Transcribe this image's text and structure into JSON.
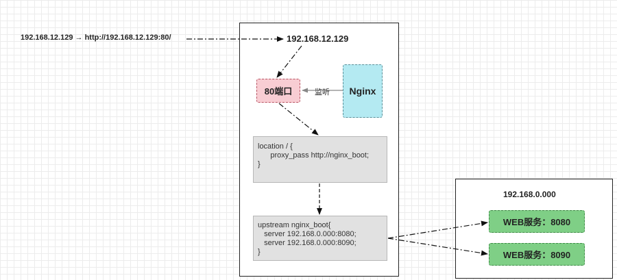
{
  "request_label": "192.168.12.129 → http://192.168.12.129:80/",
  "server": {
    "ip": "192.168.12.129",
    "port_node": "80端口",
    "nginx_node": "Nginx",
    "listen_label": "监听",
    "location_block": [
      "location / {",
      "      proxy_pass http://nginx_boot;",
      "}"
    ],
    "upstream_block": [
      "upstream nginx_boot{",
      "   server 192.168.0.000:8080;",
      "   server 192.168.0.000:8090;",
      "}"
    ]
  },
  "backend": {
    "ip": "192.168.0.000",
    "web_8080": "WEB服务：8080",
    "web_8090": "WEB服务：8090"
  },
  "colors": {
    "port_fill": "#f8cdd3",
    "nginx_fill": "#b4eaf2",
    "code_fill": "#e1e1e1",
    "web_fill": "#7fcf86"
  }
}
